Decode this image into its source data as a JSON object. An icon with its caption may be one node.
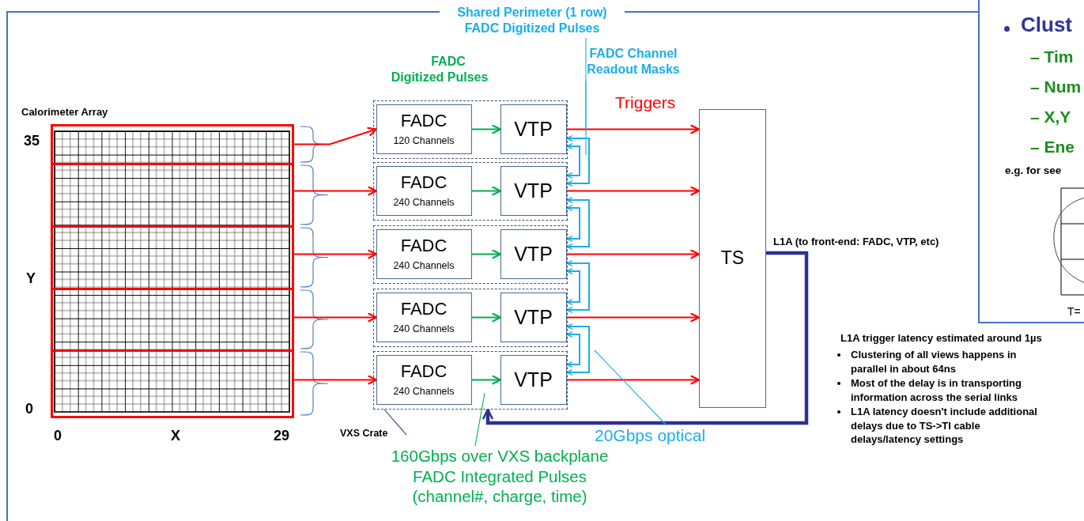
{
  "diagram": {
    "nodes": [
      {
        "text": [
          "Calorimeter Array"
        ]
      },
      {
        "text": [],
        "shape": "box",
        "in": 0
      },
      {
        "text": [],
        "shape": "box",
        "in": 0
      },
      {
        "text": [],
        "shape": "box",
        "in": 0
      },
      {
        "text": [],
        "shape": "box",
        "in": 0
      },
      {
        "text": [],
        "shape": "box",
        "in": 0
      },
      {
        "text": [],
        "shape": "box"
      },
      {
        "text": [
          "FADC",
          "120 Channels"
        ],
        "in": 6
      },
      {
        "text": [
          "VTP"
        ],
        "in": 6
      },
      {
        "text": [],
        "shape": "box"
      },
      {
        "text": [
          "FADC",
          "240 Channels"
        ],
        "in": 9
      },
      {
        "text": [
          "VTP"
        ],
        "in": 9
      },
      {
        "text": [],
        "shape": "box"
      },
      {
        "text": [
          "FADC",
          "240 Channels"
        ],
        "in": 12
      },
      {
        "text": [
          "VTP"
        ],
        "in": 12
      },
      {
        "text": [],
        "shape": "box"
      },
      {
        "text": [
          "FADC",
          "240 Channels"
        ],
        "in": 15
      },
      {
        "text": [
          "VTP"
        ],
        "in": 15
      },
      {
        "text": [],
        "shape": "box"
      },
      {
        "text": [
          "FADC",
          "240 Channels"
        ],
        "in": 18
      },
      {
        "text": [
          "VTP"
        ],
        "in": 18
      },
      {
        "text": [
          "TS"
        ]
      },
      {
        "text": [
          "Shared Perimeter (1 row) FADC Digitized Pulses"
        ]
      },
      {
        "text": [
          "FADC Channel Readout Masks"
        ]
      },
      {
        "text": [
          "20Gbps optical"
        ]
      },
      {
        "text": [
          "160Gbps over VXS backplane FADC Integrated Pulses (channel#, charge, time)"
        ]
      },
      {
        "text": [
          "VXS Crate"
        ]
      }
    ],
    "edges": [
      {
        "from": 1,
        "to": 7,
        "arrow": "to",
        "color": "#ff0000"
      },
      {
        "from": 2,
        "to": 10,
        "arrow": "to",
        "color": "#ff0000"
      },
      {
        "from": 3,
        "to": 13,
        "arrow": "to",
        "color": "#ff0000"
      },
      {
        "from": 4,
        "to": 16,
        "arrow": "to",
        "color": "#ff0000"
      },
      {
        "from": 5,
        "to": 19,
        "arrow": "to",
        "color": "#ff0000"
      },
      {
        "from": 7,
        "to": 8,
        "arrow": "to",
        "color": "#00b050"
      },
      {
        "from": 10,
        "to": 11,
        "arrow": "to",
        "color": "#00b050"
      },
      {
        "from": 13,
        "to": 14,
        "arrow": "to",
        "color": "#00b050"
      },
      {
        "from": 16,
        "to": 17,
        "arrow": "to",
        "color": "#00b050"
      },
      {
        "from": 19,
        "to": 20,
        "arrow": "to",
        "color": "#00b050"
      },
      {
        "from": 8,
        "to": 21,
        "arrow": "to",
        "color": "#ff0000"
      },
      {
        "from": 11,
        "to": 21,
        "arrow": "to",
        "color": "#ff0000"
      },
      {
        "from": 14,
        "to": 21,
        "arrow": "to",
        "color": "#ff0000"
      },
      {
        "from": 17,
        "to": 21,
        "arrow": "to",
        "color": "#ff0000"
      },
      {
        "from": 20,
        "to": 21,
        "arrow": "to",
        "color": "#ff0000"
      },
      {
        "from": 8,
        "to": 11,
        "arrow": "both"
      },
      {
        "from": 8,
        "to": 11,
        "arrow": "both"
      },
      {
        "from": 11,
        "to": 14,
        "arrow": "both"
      },
      {
        "from": 11,
        "to": 14,
        "arrow": "both"
      },
      {
        "from": 14,
        "to": 17,
        "arrow": "both"
      },
      {
        "from": 14,
        "to": 17,
        "arrow": "both"
      },
      {
        "from": 17,
        "to": 20,
        "arrow": "both"
      },
      {
        "from": 17,
        "to": 20,
        "arrow": "both"
      },
      {
        "from": 21,
        "to": 18,
        "arrow": "to",
        "label": "L1A (to front-end: FADC, VTP, etc)",
        "style": "thick",
        "color": "#2e3192"
      },
      {
        "from": 22,
        "to": null,
        "arrow": "none"
      },
      {
        "from": 23,
        "to": null,
        "arrow": "none"
      },
      {
        "from": 24,
        "to": null,
        "arrow": "none"
      },
      {
        "from": 25,
        "to": null,
        "arrow": "none",
        "color": "#00b050"
      },
      {
        "from": 26,
        "to": 18,
        "arrow": "none",
        "color": "#2e3192"
      }
    ],
    "labels": [
      "35",
      "Y",
      "0",
      "0",
      "X",
      "29",
      "FADC Digitized Pulses",
      "Triggers",
      "L1A trigger latency estimated around 1µs",
      "Clustering of all views happens in parallel in about 64ns",
      "Most of the delay is in transporting information across the serial links",
      "L1A latency doesn't include additional delays due to TS->TI cable delays/latency settings",
      "Clust",
      "– Tim",
      "– Num",
      "– X,Y",
      "– Ene",
      "e.g. for see",
      "T="
    ]
  }
}
